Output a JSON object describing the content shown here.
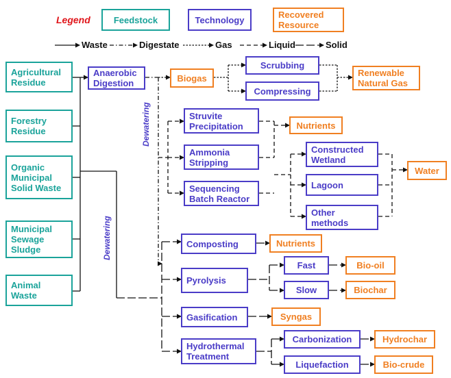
{
  "legend": {
    "title": "Legend",
    "feedstock": "Feedstock",
    "technology": "Technology",
    "resource": "Recovered Resource",
    "waste": "Waste",
    "digestate": "Digestate",
    "gas": "Gas",
    "liquid": "Liquid",
    "solid": "Solid"
  },
  "feedstocks": {
    "agricultural": "Agricultural Residue",
    "forestry": "Forestry Residue",
    "msw": "Organic Municipal Solid Waste",
    "sewage": "Municipal Sewage Sludge",
    "animal": "Animal Waste"
  },
  "tech": {
    "anaerobic": "Anaerobic Digestion",
    "scrubbing": "Scrubbing",
    "compressing": "Compressing",
    "struvite": "Struvite Precipitation",
    "ammonia": "Ammonia Stripping",
    "sbr": "Sequencing Batch Reactor",
    "wetland": "Constructed Wetland",
    "lagoon": "Lagoon",
    "other": "Other methods",
    "composting": "Composting",
    "pyrolysis": "Pyrolysis",
    "fast": "Fast",
    "slow": "Slow",
    "gasification": "Gasification",
    "hydrothermal": "Hydrothermal Treatment",
    "carbonization": "Carbonization",
    "liquefaction": "Liquefaction"
  },
  "resources": {
    "biogas": "Biogas",
    "rng": "Renewable Natural Gas",
    "nutrients1": "Nutrients",
    "water": "Water",
    "nutrients2": "Nutrients",
    "biooil": "Bio-oil",
    "biochar": "Biochar",
    "syngas": "Syngas",
    "hydrochar": "Hydrochar",
    "biocrude": "Bio-crude"
  },
  "labels": {
    "dewatering1": "Dewatering",
    "dewatering2": "Dewatering"
  },
  "colors": {
    "feedstock": "#1aa39a",
    "technology": "#4a3cc7",
    "resource": "#f07f21",
    "legend_title": "#e0161b",
    "line": "#111111"
  }
}
